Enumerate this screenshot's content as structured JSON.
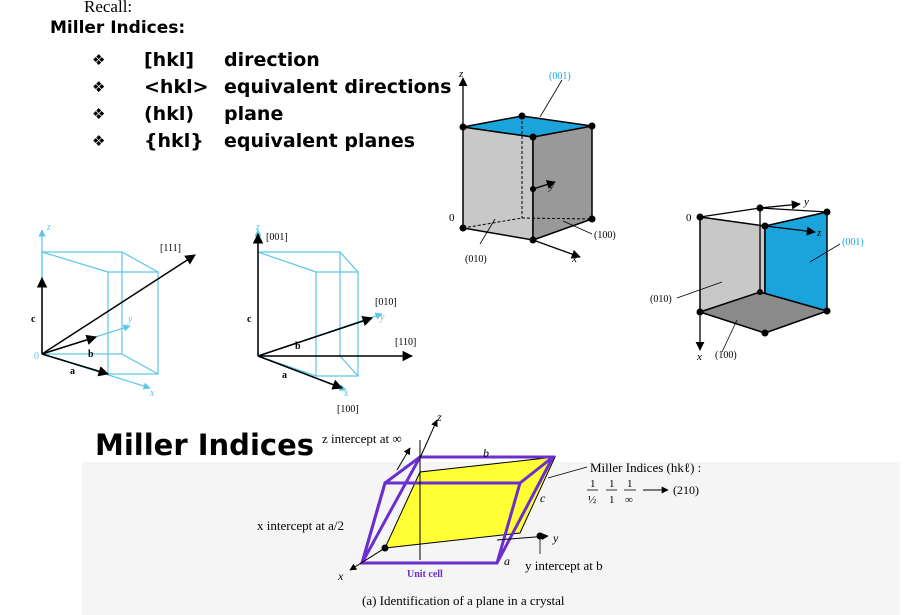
{
  "recall": "Recall:",
  "heading": "Miller Indices:",
  "bullets": [
    {
      "symbol": "[hkl]",
      "meaning": "direction"
    },
    {
      "symbol": "<hkl>",
      "meaning": "equivalent directions"
    },
    {
      "symbol": "(hkl)",
      "meaning": "plane"
    },
    {
      "symbol": "{hkl}",
      "meaning": "equivalent planes"
    }
  ],
  "bullet_glyph": "❖",
  "big_title": "Miller Indices",
  "cube_a": {
    "z": "z",
    "y": "y",
    "x": "x",
    "origin": "0",
    "p001": "(001)",
    "p100": "(100)",
    "p010": "(010)"
  },
  "cube_b": {
    "z": "z",
    "y": "y",
    "x": "x",
    "origin": "0",
    "p001": "(001)",
    "p100": "(100)",
    "p010": "(010)"
  },
  "dir_a": {
    "z": "z",
    "y": "y",
    "x": "x",
    "origin": "0",
    "d111": "[111]",
    "a": "a",
    "b": "b",
    "c": "c"
  },
  "dir_b": {
    "z": "z",
    "y": "y",
    "x": "x",
    "d001": "[001]",
    "d010": "[010]",
    "d110": "[110]",
    "d100": "[100]",
    "a": "a",
    "b": "b",
    "c": "c"
  },
  "plane": {
    "z_intercept": "z intercept at ∞",
    "x_intercept": "x intercept at a/2",
    "y_intercept": "y intercept at b",
    "miller_label": "Miller Indices (hkℓ) :",
    "frac_num": "1",
    "frac1_den": "½",
    "frac2_den": "1",
    "frac3_den": "∞",
    "result": "(210)",
    "unit_cell": "Unit cell",
    "caption": "(a) Identification of a plane in a crystal",
    "z": "z",
    "y": "y",
    "x": "x",
    "a": "a",
    "b": "b",
    "c": "c"
  },
  "colors": {
    "cyan": "#1ba3dc",
    "purple": "#6b2fd0",
    "yellow": "#ffff33",
    "blue_line": "#5bc7e6",
    "gray_light": "#c8c8c8",
    "gray_mid": "#a8a8a8",
    "gray_dark": "#8a8a8a"
  }
}
